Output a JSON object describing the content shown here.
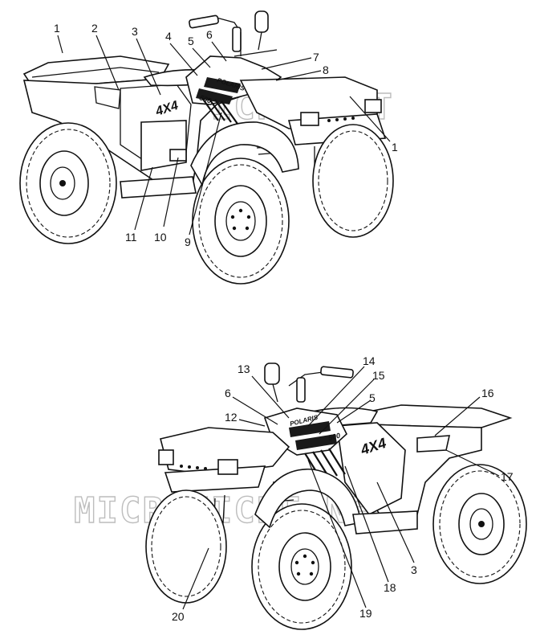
{
  "watermark": "MICROFICHE.NET",
  "top_view": {
    "callouts": [
      "1",
      "2",
      "3",
      "4",
      "5",
      "6",
      "7",
      "8",
      "1",
      "9",
      "10",
      "11"
    ]
  },
  "bottom_view": {
    "callouts": [
      "13",
      "14",
      "15",
      "6",
      "5",
      "12",
      "16",
      "17",
      "3",
      "18",
      "19",
      "20"
    ]
  },
  "decals": {
    "model_4x4": "4X4",
    "brand": "POLARIS",
    "cc": "500"
  }
}
